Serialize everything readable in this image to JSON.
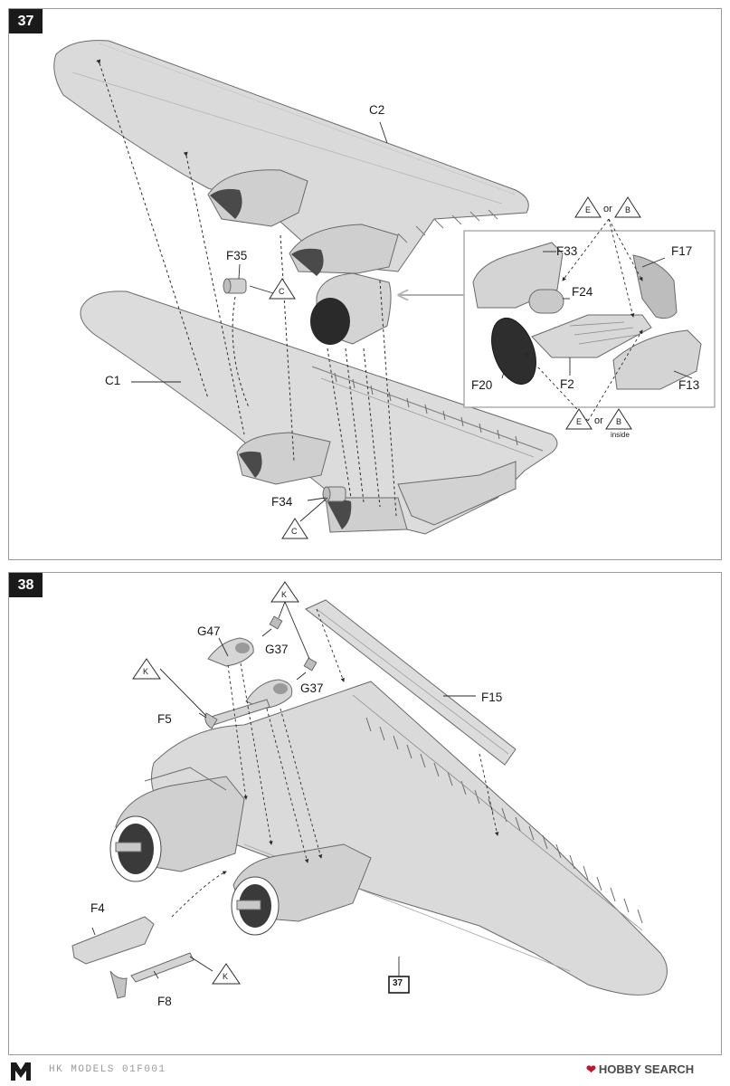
{
  "steps": {
    "step37": {
      "number": "37",
      "labels": {
        "c2": "C2",
        "c1": "C1",
        "f35": "F35",
        "f34": "F34",
        "f33": "F33",
        "f17": "F17",
        "f24": "F24",
        "f20": "F20",
        "f2": "F2",
        "f13": "F13",
        "callout_c": "C",
        "callout_e": "E",
        "callout_b": "B",
        "or": "or",
        "inside": "inside"
      }
    },
    "step38": {
      "number": "38",
      "labels": {
        "g47": "G47",
        "g37a": "G37",
        "g37b": "G37",
        "f5": "F5",
        "f15": "F15",
        "f4": "F4",
        "f8": "F8",
        "callout_k": "K",
        "ref_step": "37"
      }
    }
  },
  "footer": {
    "brand_code": "HK MODELS  01F001",
    "watermark": "HOBBY SEARCH"
  },
  "colors": {
    "part_fill": "#dcdcdc",
    "part_dark": "#a8a8a8",
    "outline": "#6a6a6a",
    "leader": "#2a2a2a",
    "arrow_grey": "#b0b0b0",
    "brand_red": "#c0152f"
  }
}
